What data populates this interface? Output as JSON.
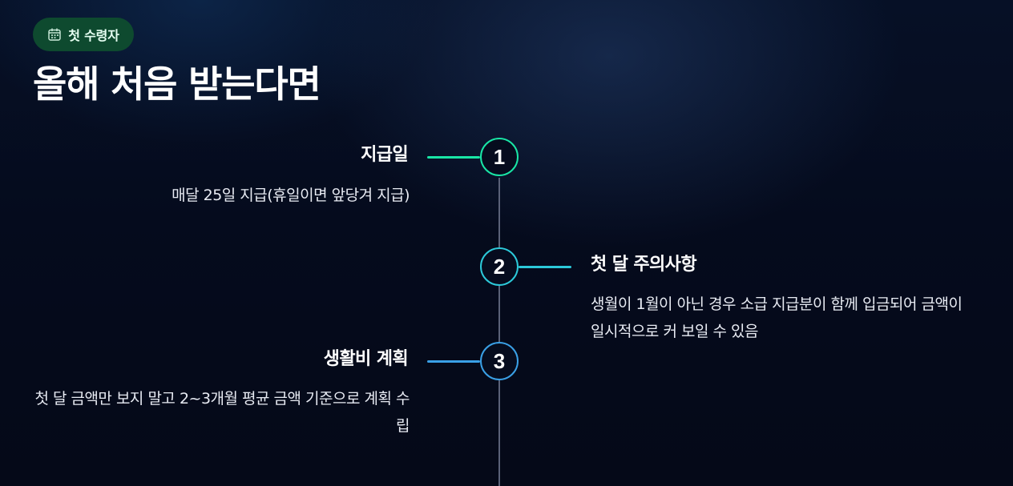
{
  "badge": {
    "icon": "calendar-icon",
    "label": "첫 수령자"
  },
  "heading": "올해 처음 받는다면",
  "steps": [
    {
      "number": "1",
      "title": "지급일",
      "desc": "매달 25일 지급(휴일이면 앞당겨 지급)",
      "color": "#19e6a6"
    },
    {
      "number": "2",
      "title": "첫 달 주의사항",
      "desc": "생월이 1월이 아닌 경우 소급 지급분이 함께 입금되어 금액이 일시적으로 커 보일 수 있음",
      "color": "#2cc9d9"
    },
    {
      "number": "3",
      "title": "생활비 계획",
      "desc": "첫 달 금액만 보지 말고 2~3개월 평균 금액 기준으로 계획 수립",
      "color": "#3aa0e6"
    }
  ]
}
